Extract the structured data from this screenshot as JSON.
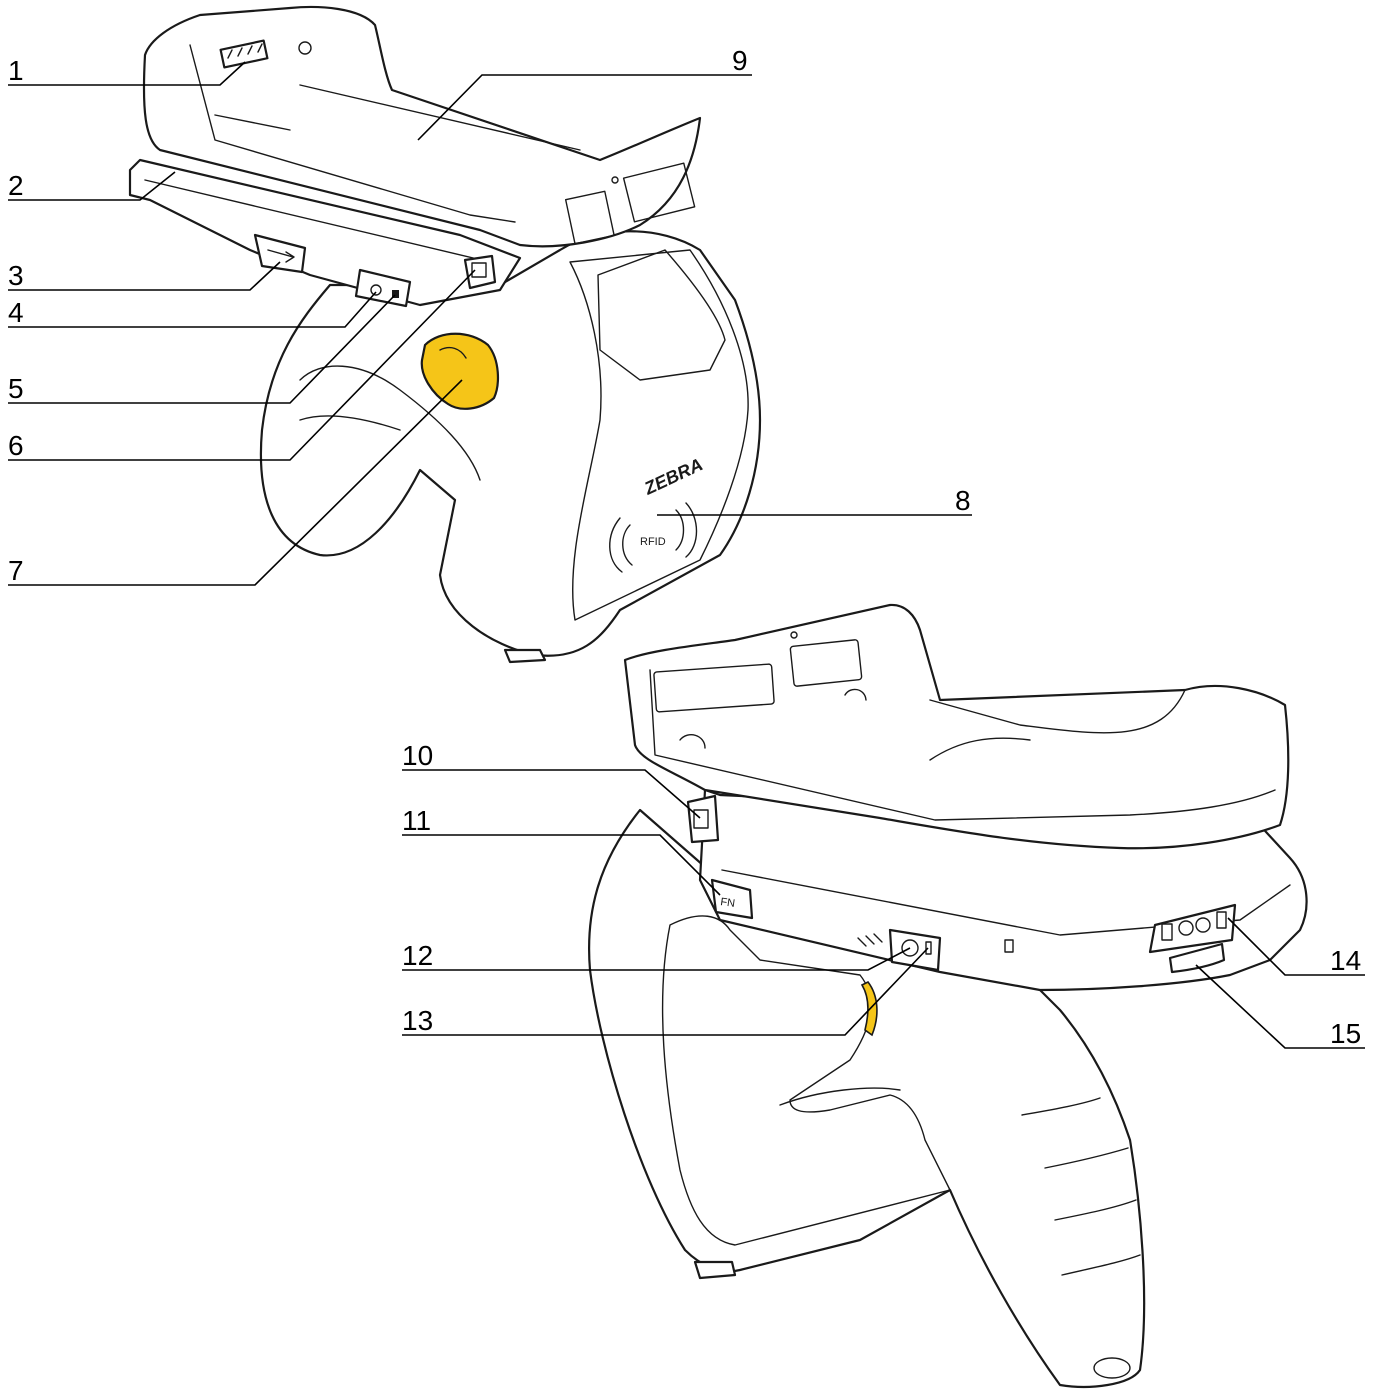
{
  "figure": {
    "brand_mark": "ZEBRA",
    "rfid_mark": "RFID",
    "fn_key_label": "FN",
    "accent_color": "#f5c518"
  },
  "callouts": [
    {
      "id": "1",
      "label": "1"
    },
    {
      "id": "2",
      "label": "2"
    },
    {
      "id": "3",
      "label": "3"
    },
    {
      "id": "4",
      "label": "4"
    },
    {
      "id": "5",
      "label": "5"
    },
    {
      "id": "6",
      "label": "6"
    },
    {
      "id": "7",
      "label": "7"
    },
    {
      "id": "8",
      "label": "8"
    },
    {
      "id": "9",
      "label": "9"
    },
    {
      "id": "10",
      "label": "10"
    },
    {
      "id": "11",
      "label": "11"
    },
    {
      "id": "12",
      "label": "12"
    },
    {
      "id": "13",
      "label": "13"
    },
    {
      "id": "14",
      "label": "14"
    },
    {
      "id": "15",
      "label": "15"
    }
  ]
}
